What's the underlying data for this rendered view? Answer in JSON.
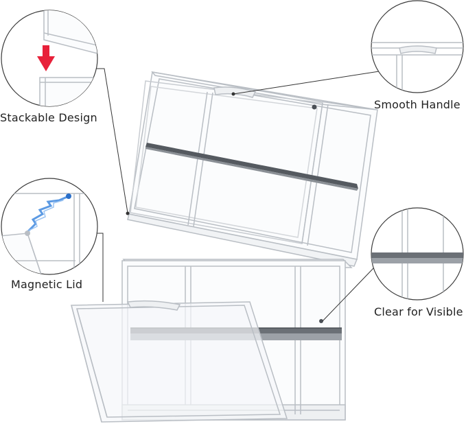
{
  "callouts": {
    "stackable": "Stackable Design",
    "handle": "Smooth Handle",
    "magnetic": "Magnetic Lid",
    "clear": "Clear for Visible"
  },
  "icons": {
    "arrow": "down-arrow-icon",
    "magnet_spark": "magnetic-spark-icon"
  },
  "colors": {
    "arrow": "#e8213a",
    "spark": "#4a8fe0",
    "outline": "#b9bec4",
    "shelf": "#555a60",
    "text": "#222222"
  }
}
